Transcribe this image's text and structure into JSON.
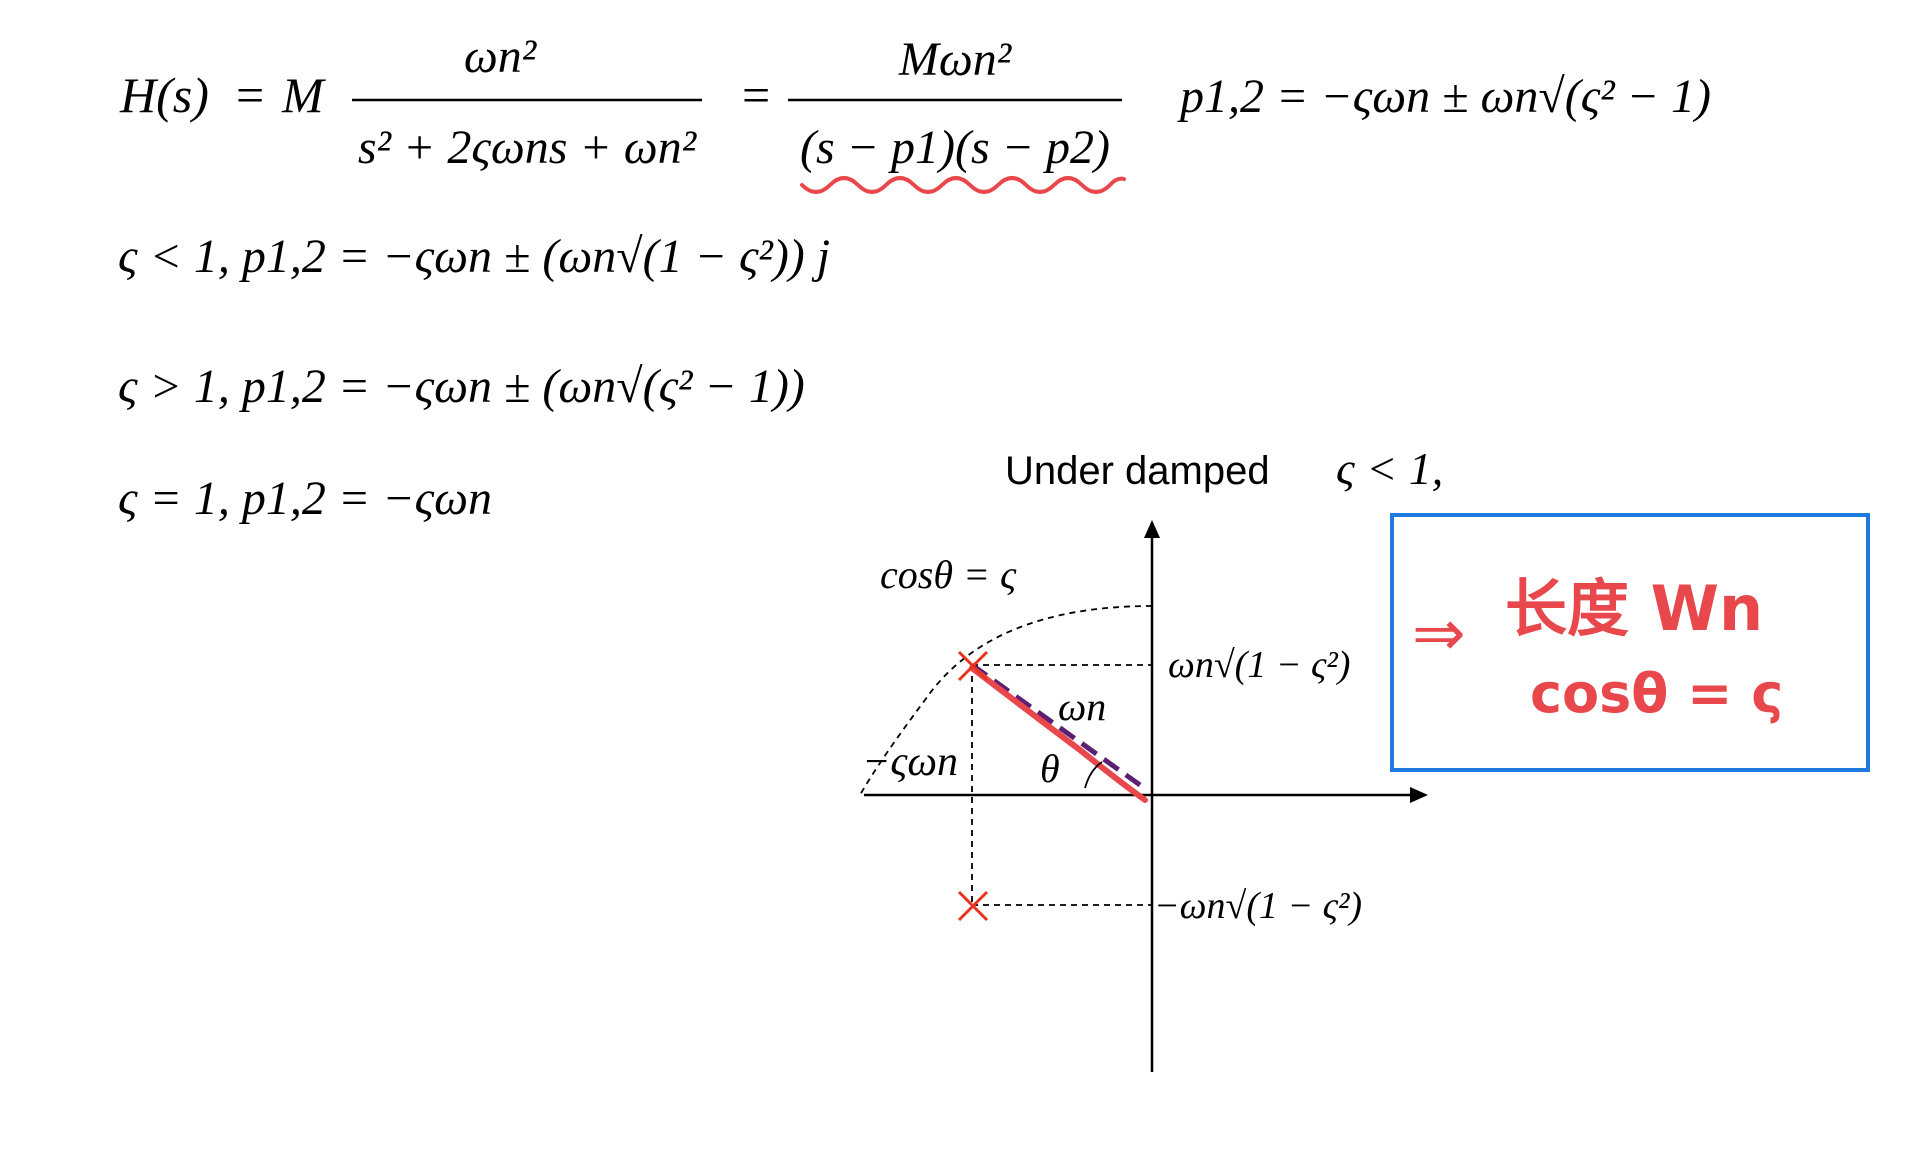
{
  "equations": {
    "transfer": {
      "lhs": "H(s)",
      "eq": "=",
      "gain": "M",
      "num": "ωn²",
      "den": "s² + 2ςωns + ωn²",
      "eq2": "=",
      "num2": "Mωn²",
      "den2": "(s − p1)(s − p2)",
      "poles": "p1,2 = −ςωn ± ωn√(ς² − 1)"
    },
    "case_under": "ς < 1,  p1,2 = −ςωn ± (ωn√(1 − ς²)) j",
    "case_over": "ς > 1,  p1,2 = −ςωn ± (ωn√(ς² − 1))",
    "case_critical": "ς = 1,  p1,2 = −ςωn"
  },
  "diagram": {
    "title": "Under damped",
    "title_condition": "ς < 1,",
    "cos_relation": "cosθ = ς",
    "upper_pole_label": "ωn√(1 − ς²)",
    "lower_pole_label": "−ωn√(1 − ς²)",
    "real_label": "−ςωn",
    "radius_label": "ωn",
    "angle_label": "θ"
  },
  "note": {
    "arrow": "⇒",
    "line1": "长度 Wn",
    "line2": "cosθ = ς"
  },
  "colors": {
    "ink": "#000000",
    "annotation": "#e8474c",
    "dashed_radius": "#5b1f73",
    "box_border": "#1f7ae0",
    "pole_marker": "#e8321e"
  }
}
